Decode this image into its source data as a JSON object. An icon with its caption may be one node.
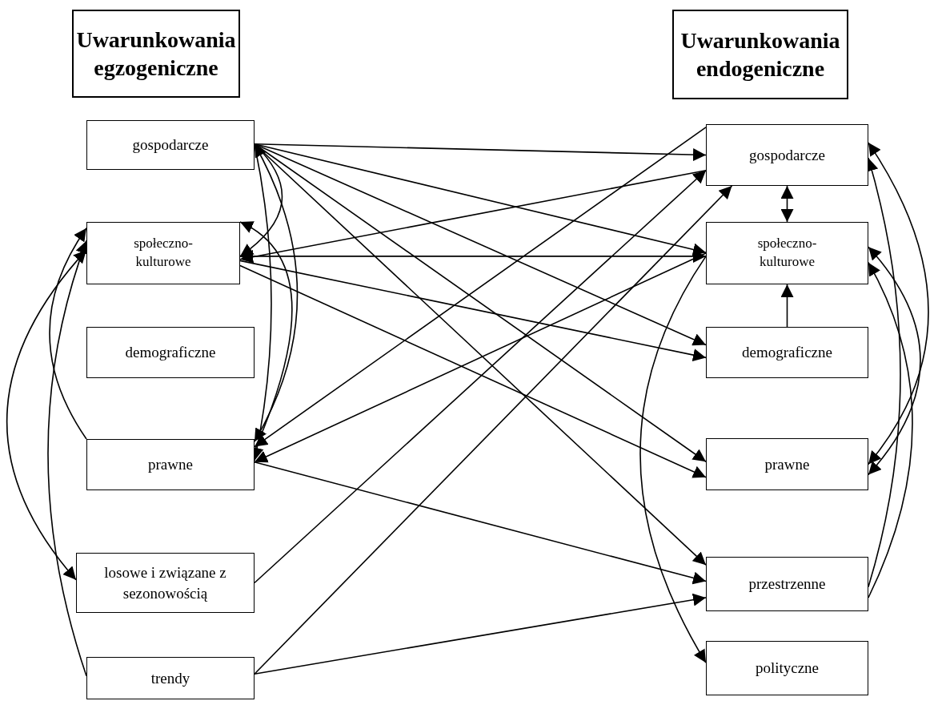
{
  "diagram": {
    "nodes": [
      {
        "text": [
          "Uwarunkowania egzogeniczne"
        ]
      },
      {
        "text": [
          "gospodarcze"
        ]
      },
      {
        "text": [
          "społeczno-kulturowe"
        ]
      },
      {
        "text": [
          "demograficzne"
        ]
      },
      {
        "text": [
          "prawne"
        ]
      },
      {
        "text": [
          "losowe i związane z sezonowością"
        ]
      },
      {
        "text": [
          "trendy"
        ]
      },
      {
        "text": [
          "Uwarunkowania endogeniczne"
        ]
      },
      {
        "text": [
          "gospodarcze"
        ]
      },
      {
        "text": [
          "społeczno-kulturowe"
        ]
      },
      {
        "text": [
          "demograficzne"
        ]
      },
      {
        "text": [
          "prawne"
        ]
      },
      {
        "text": [
          "przestrzenne"
        ]
      },
      {
        "text": [
          "polityczne"
        ]
      }
    ],
    "edges": [
      {
        "from": 1,
        "to": 8,
        "arrow": "to"
      },
      {
        "from": 1,
        "to": 9,
        "arrow": "to"
      },
      {
        "from": 1,
        "to": 10,
        "arrow": "to"
      },
      {
        "from": 1,
        "to": 11,
        "arrow": "to"
      },
      {
        "from": 1,
        "to": 12,
        "arrow": "to"
      },
      {
        "from": 1,
        "to": 2,
        "arrow": "to"
      },
      {
        "from": 1,
        "to": 4,
        "arrow": "both"
      },
      {
        "from": 1,
        "to": 4,
        "arrow": "to"
      },
      {
        "from": 4,
        "to": 2,
        "arrow": "to"
      },
      {
        "from": 2,
        "to": 9,
        "arrow": "both"
      },
      {
        "from": 8,
        "to": 2,
        "arrow": "to"
      },
      {
        "from": 2,
        "to": 10,
        "arrow": "to"
      },
      {
        "from": 2,
        "to": 11,
        "arrow": "to"
      },
      {
        "from": 8,
        "to": 4,
        "arrow": "to"
      },
      {
        "from": 9,
        "to": 4,
        "arrow": "to"
      },
      {
        "from": 4,
        "to": 12,
        "arrow": "to"
      },
      {
        "from": 5,
        "to": 8,
        "arrow": "to"
      },
      {
        "from": 6,
        "to": 8,
        "arrow": "to"
      },
      {
        "from": 6,
        "to": 12,
        "arrow": "to"
      },
      {
        "from": 6,
        "to": 2,
        "arrow": "to"
      },
      {
        "from": 4,
        "to": 2,
        "arrow": "to"
      },
      {
        "from": 2,
        "to": 5,
        "arrow": "both"
      },
      {
        "from": 8,
        "to": 9,
        "arrow": "both"
      },
      {
        "from": 10,
        "to": 9,
        "arrow": "to"
      },
      {
        "from": 8,
        "to": 11,
        "arrow": "both"
      },
      {
        "from": 12,
        "to": 8,
        "arrow": "to"
      },
      {
        "from": 9,
        "to": 11,
        "arrow": "both"
      },
      {
        "from": 12,
        "to": 9,
        "arrow": "to"
      },
      {
        "from": 9,
        "to": 13,
        "arrow": "to"
      }
    ]
  }
}
